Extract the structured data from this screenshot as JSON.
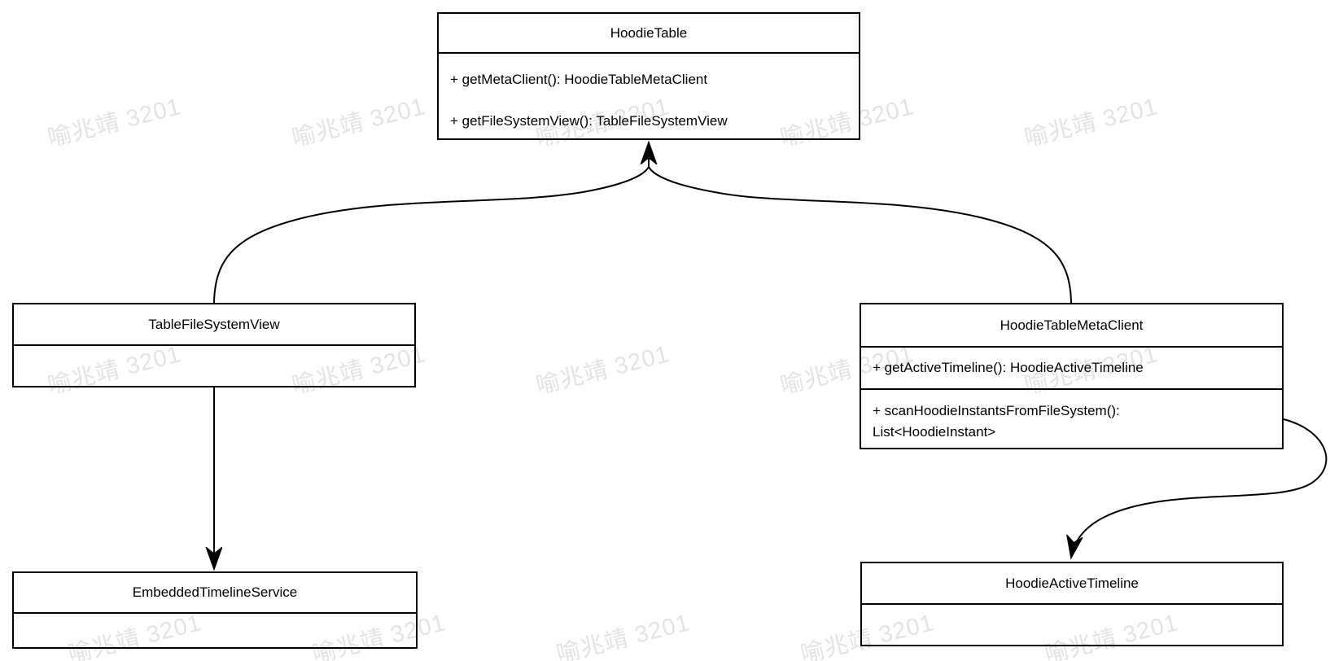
{
  "diagram": {
    "watermark": {
      "text": "喻兆靖 3201"
    },
    "colors": {
      "border": "#000000",
      "background": "#ffffff",
      "text": "#000000",
      "watermark": "rgba(60,60,60,0.14)"
    },
    "classes": {
      "hoodie_table": {
        "title": "HoodieTable",
        "methods": [
          "+ getMetaClient(): HoodieTableMetaClient",
          "+ getFileSystemView(): TableFileSystemView"
        ]
      },
      "table_file_system_view": {
        "title": "TableFileSystemView"
      },
      "hoodie_table_meta_client": {
        "title": "HoodieTableMetaClient",
        "methods": [
          "+ getActiveTimeline(): HoodieActiveTimeline",
          "+ scanHoodieInstantsFromFileSystem():\nList<HoodieInstant>"
        ]
      },
      "embedded_timeline_service": {
        "title": "EmbeddedTimelineService"
      },
      "hoodie_active_timeline": {
        "title": "HoodieActiveTimeline"
      }
    }
  }
}
